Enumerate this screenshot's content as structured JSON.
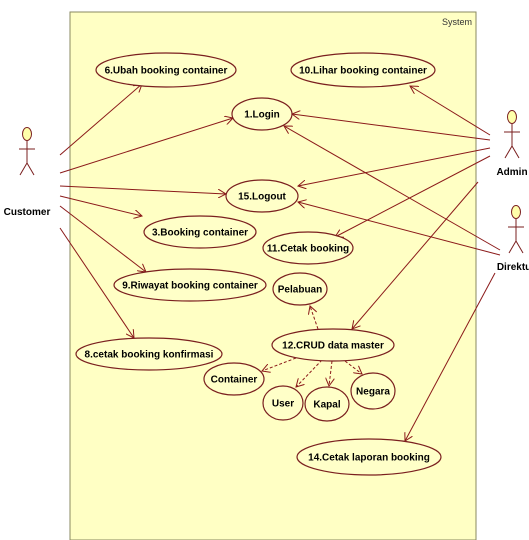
{
  "diagram": {
    "system_label": "System",
    "actors": [
      {
        "id": "customer",
        "label": "Customer"
      },
      {
        "id": "admin",
        "label": "Admin"
      },
      {
        "id": "direktur",
        "label": "Direktur"
      }
    ],
    "use_cases": [
      {
        "id": "uc6",
        "label": "6.Ubah booking container"
      },
      {
        "id": "uc10",
        "label": "10.Lihar booking container"
      },
      {
        "id": "uc1",
        "label": "1.Login"
      },
      {
        "id": "uc15",
        "label": "15.Logout"
      },
      {
        "id": "uc3",
        "label": "3.Booking container"
      },
      {
        "id": "uc11",
        "label": "11.Cetak booking"
      },
      {
        "id": "uc9",
        "label": "9.Riwayat booking container"
      },
      {
        "id": "ucPel",
        "label": "Pelabuan"
      },
      {
        "id": "uc12",
        "label": "12.CRUD data master"
      },
      {
        "id": "uc8",
        "label": "8.cetak booking konfirmasi"
      },
      {
        "id": "ucCon",
        "label": "Container"
      },
      {
        "id": "ucUsr",
        "label": "User"
      },
      {
        "id": "ucKap",
        "label": "Kapal"
      },
      {
        "id": "ucNeg",
        "label": "Negara"
      },
      {
        "id": "uc14",
        "label": "14.Cetak laporan booking"
      }
    ],
    "associations": [
      [
        "customer",
        "uc6"
      ],
      [
        "customer",
        "uc1"
      ],
      [
        "customer",
        "uc15"
      ],
      [
        "customer",
        "uc3"
      ],
      [
        "customer",
        "uc9"
      ],
      [
        "customer",
        "uc8"
      ],
      [
        "admin",
        "uc10"
      ],
      [
        "admin",
        "uc1"
      ],
      [
        "admin",
        "uc15"
      ],
      [
        "admin",
        "uc11"
      ],
      [
        "admin",
        "uc12"
      ],
      [
        "direktur",
        "uc1"
      ],
      [
        "direktur",
        "uc15"
      ],
      [
        "direktur",
        "uc14"
      ]
    ],
    "includes": [
      [
        "uc12",
        "ucPel"
      ],
      [
        "uc12",
        "ucCon"
      ],
      [
        "uc12",
        "ucUsr"
      ],
      [
        "uc12",
        "ucKap"
      ],
      [
        "uc12",
        "ucNeg"
      ]
    ],
    "colors": {
      "system_fill": "#ffffc4",
      "system_stroke": "#8a8a60",
      "usecase_fill": "#ffffc8",
      "usecase_stroke": "#7a1f1f",
      "line": "#8b1a1a",
      "actor_head": "#ffffaa"
    }
  }
}
